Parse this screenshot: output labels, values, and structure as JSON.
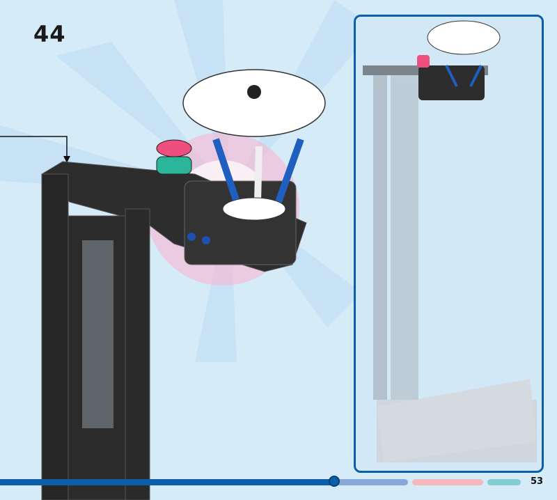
{
  "page": {
    "step_number": "44",
    "page_number": "53"
  },
  "progress": {
    "fraction": 0.64,
    "colors": {
      "done": "#0d5ea8",
      "segment1": "#8aa7da",
      "segment2": "#f5b9bd",
      "segment3": "#84cdd0"
    }
  },
  "colors": {
    "background": "#d6ebf8",
    "panel_border": "#0d5ea8",
    "burst_pink": "#f48fb8"
  }
}
